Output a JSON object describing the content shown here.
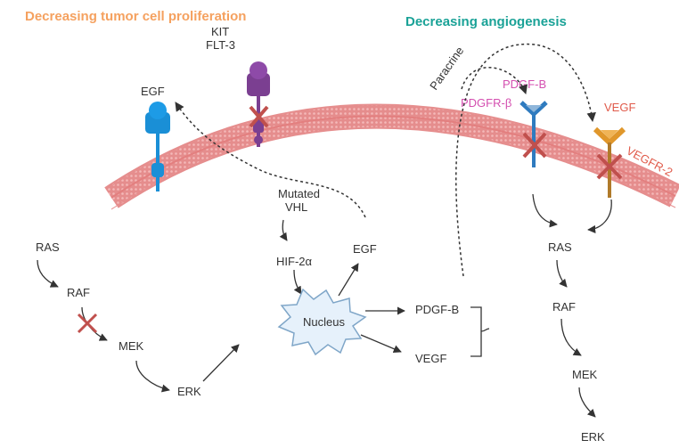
{
  "headings": {
    "left": "Decreasing tumor cell proliferation",
    "right": "Decreasing angiogenesis"
  },
  "colors": {
    "heading_left": "#f5a15f",
    "heading_right": "#1aa297",
    "membrane": "#e07b7b",
    "membrane_dots": "#f2b8b8",
    "inhibition_x": "#c0504d",
    "egfr": "#1a8fd6",
    "kit_receptor": "#7b3f91",
    "pdgfr": "#2f7bbf",
    "vegfr": "#e0972b",
    "pink_text": "#d44fb0",
    "vegf_text": "#e05a4a"
  },
  "receptors": {
    "egf": "EGF",
    "kit": "KIT",
    "flt3": "FLT-3",
    "pdgfb_top": "PDGF-B",
    "pdgfr_beta": "PDGFR-β",
    "vegf_top": "VEGF",
    "vegfr2": "VEGFR-2"
  },
  "paracrine": "Paracrine",
  "center": {
    "mutated": "Mutated",
    "vhl": "VHL",
    "hif": "HIF-2α",
    "nucleus": "Nucleus",
    "egf_out": "EGF",
    "pdgf_out": "PDGF-B",
    "vegf_out": "VEGF"
  },
  "left_pathway": [
    "RAS",
    "RAF",
    "MEK",
    "ERK"
  ],
  "right_pathway": [
    "RAS",
    "RAF",
    "MEK",
    "ERK"
  ]
}
